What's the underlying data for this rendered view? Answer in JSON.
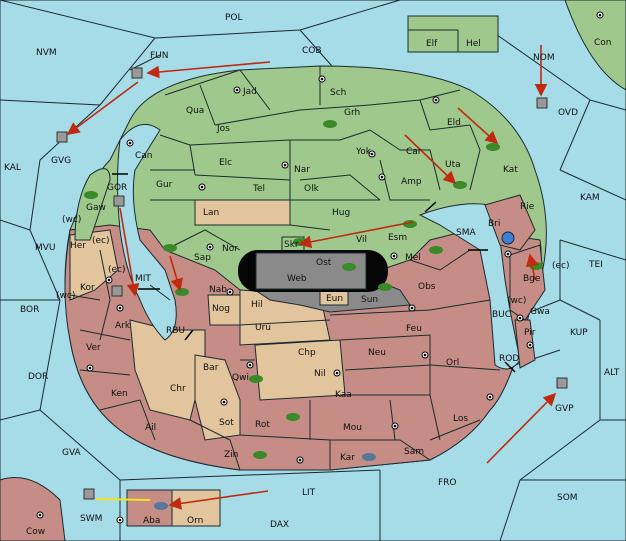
{
  "map": {
    "seas": [
      "POL",
      "NVM",
      "FUN",
      "COB",
      "NOM",
      "Con",
      "KAL",
      "GVG",
      "OVD",
      "KAM",
      "GOR",
      "MVU",
      "MIT",
      "BOR",
      "RBU",
      "SMA",
      "TEI",
      "DOR",
      "BUC",
      "KUP",
      "ROD",
      "ALT",
      "GVP",
      "GVA",
      "FRO",
      "SOM",
      "LIT",
      "SWM",
      "DAX",
      "Cow"
    ],
    "green_provinces": [
      "Jad",
      "Sch",
      "Qua",
      "Grh",
      "Jos",
      "Eld",
      "Can",
      "Elc",
      "Nar",
      "Yok",
      "Car",
      "Uta",
      "Kat",
      "Tel",
      "Olk",
      "Amp",
      "Gur",
      "Hug",
      "Gaw",
      "Elf",
      "Hel"
    ],
    "tan_provinces": [
      "Lan",
      "Her",
      "Kor",
      "Hil",
      "Uru",
      "Chp",
      "Nil",
      "Chr",
      "Bar",
      "Qwi",
      "Sot",
      "Nog",
      "Orn"
    ],
    "rose_provinces": [
      "Nor",
      "Sap",
      "Esm",
      "Vil",
      "Mel",
      "Obs",
      "Bri",
      "Rie",
      "Nab",
      "Ark",
      "Ver",
      "Ken",
      "Ail",
      "Rot",
      "Zin",
      "Kar",
      "Sam",
      "Los",
      "Orl",
      "Mou",
      "Kaa",
      "Neu",
      "Feu",
      "Pir",
      "Gwa",
      "Bge",
      "Aba"
    ],
    "grey_provinces": [
      "Skr",
      "Ost",
      "Web",
      "Eun",
      "Sun"
    ],
    "coast_labels": [
      "(wc)",
      "(ec)",
      "(wc)",
      "(ec)",
      "(wc)"
    ]
  }
}
